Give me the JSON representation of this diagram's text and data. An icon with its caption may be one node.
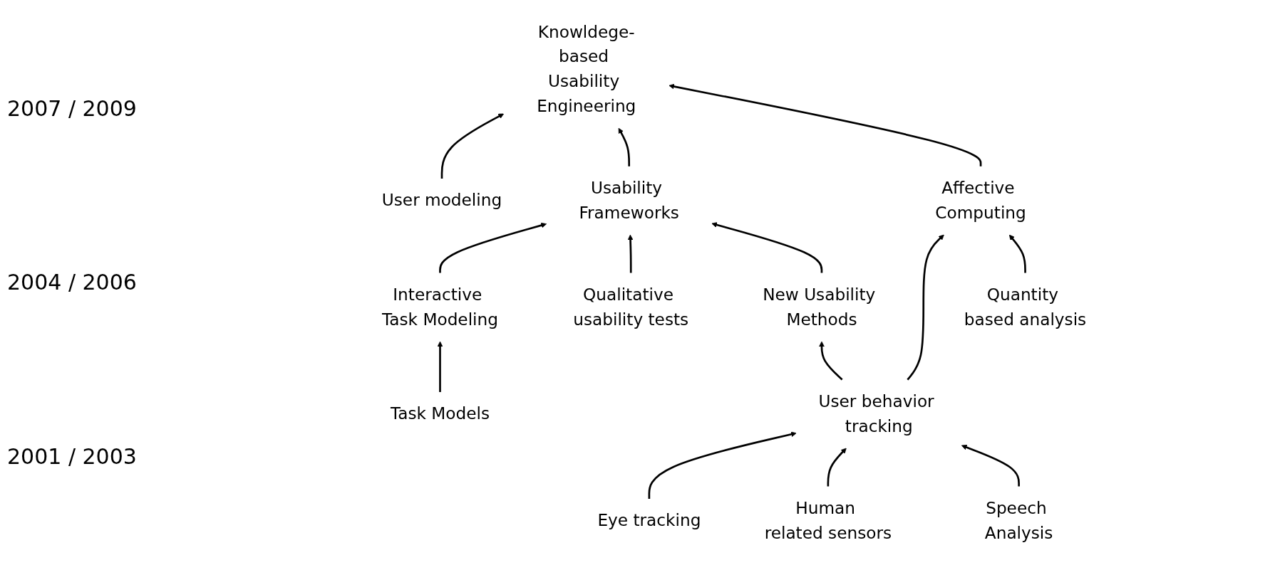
{
  "diagram": {
    "nodes": [
      {
        "text": [
          "Knowldege-based Usability Engineering"
        ]
      },
      {
        "text": [
          "User modeling"
        ]
      },
      {
        "text": [
          "Usability Frameworks"
        ]
      },
      {
        "text": [
          "Affective Computing"
        ]
      },
      {
        "text": [
          "Interactive Task Modeling"
        ]
      },
      {
        "text": [
          "New Usability Methods"
        ]
      },
      {
        "text": [
          "Quantity based analysis"
        ]
      },
      {
        "text": [
          "Qualitative usability tests"
        ]
      },
      {
        "text": [
          "User behavior tracking"
        ]
      },
      {
        "text": [
          "Task Models"
        ]
      },
      {
        "text": [
          "Eye tracking"
        ]
      },
      {
        "text": [
          "Human related sensors"
        ]
      },
      {
        "text": [
          "Speech Analysis"
        ]
      }
    ],
    "edges": [
      {
        "from": 1,
        "to": 0,
        "arrow": "to"
      },
      {
        "from": 2,
        "to": 0,
        "arrow": "to"
      },
      {
        "from": 3,
        "to": 0,
        "arrow": "to"
      },
      {
        "from": 4,
        "to": 2,
        "arrow": "to"
      },
      {
        "from": 7,
        "to": 2,
        "arrow": "to"
      },
      {
        "from": 5,
        "to": 2,
        "arrow": "to"
      },
      {
        "from": 9,
        "to": 4,
        "arrow": "to"
      },
      {
        "from": 8,
        "to": 5,
        "arrow": "to"
      },
      {
        "from": 8,
        "to": 3,
        "arrow": "to"
      },
      {
        "from": 6,
        "to": 3,
        "arrow": "to"
      },
      {
        "from": 10,
        "to": 8,
        "arrow": "to"
      },
      {
        "from": 11,
        "to": 8,
        "arrow": "to"
      },
      {
        "from": 12,
        "to": 8,
        "arrow": "to"
      }
    ],
    "labels": [
      "2007 / 2009",
      "2004 / 2006",
      "2001 / 2003"
    ]
  }
}
